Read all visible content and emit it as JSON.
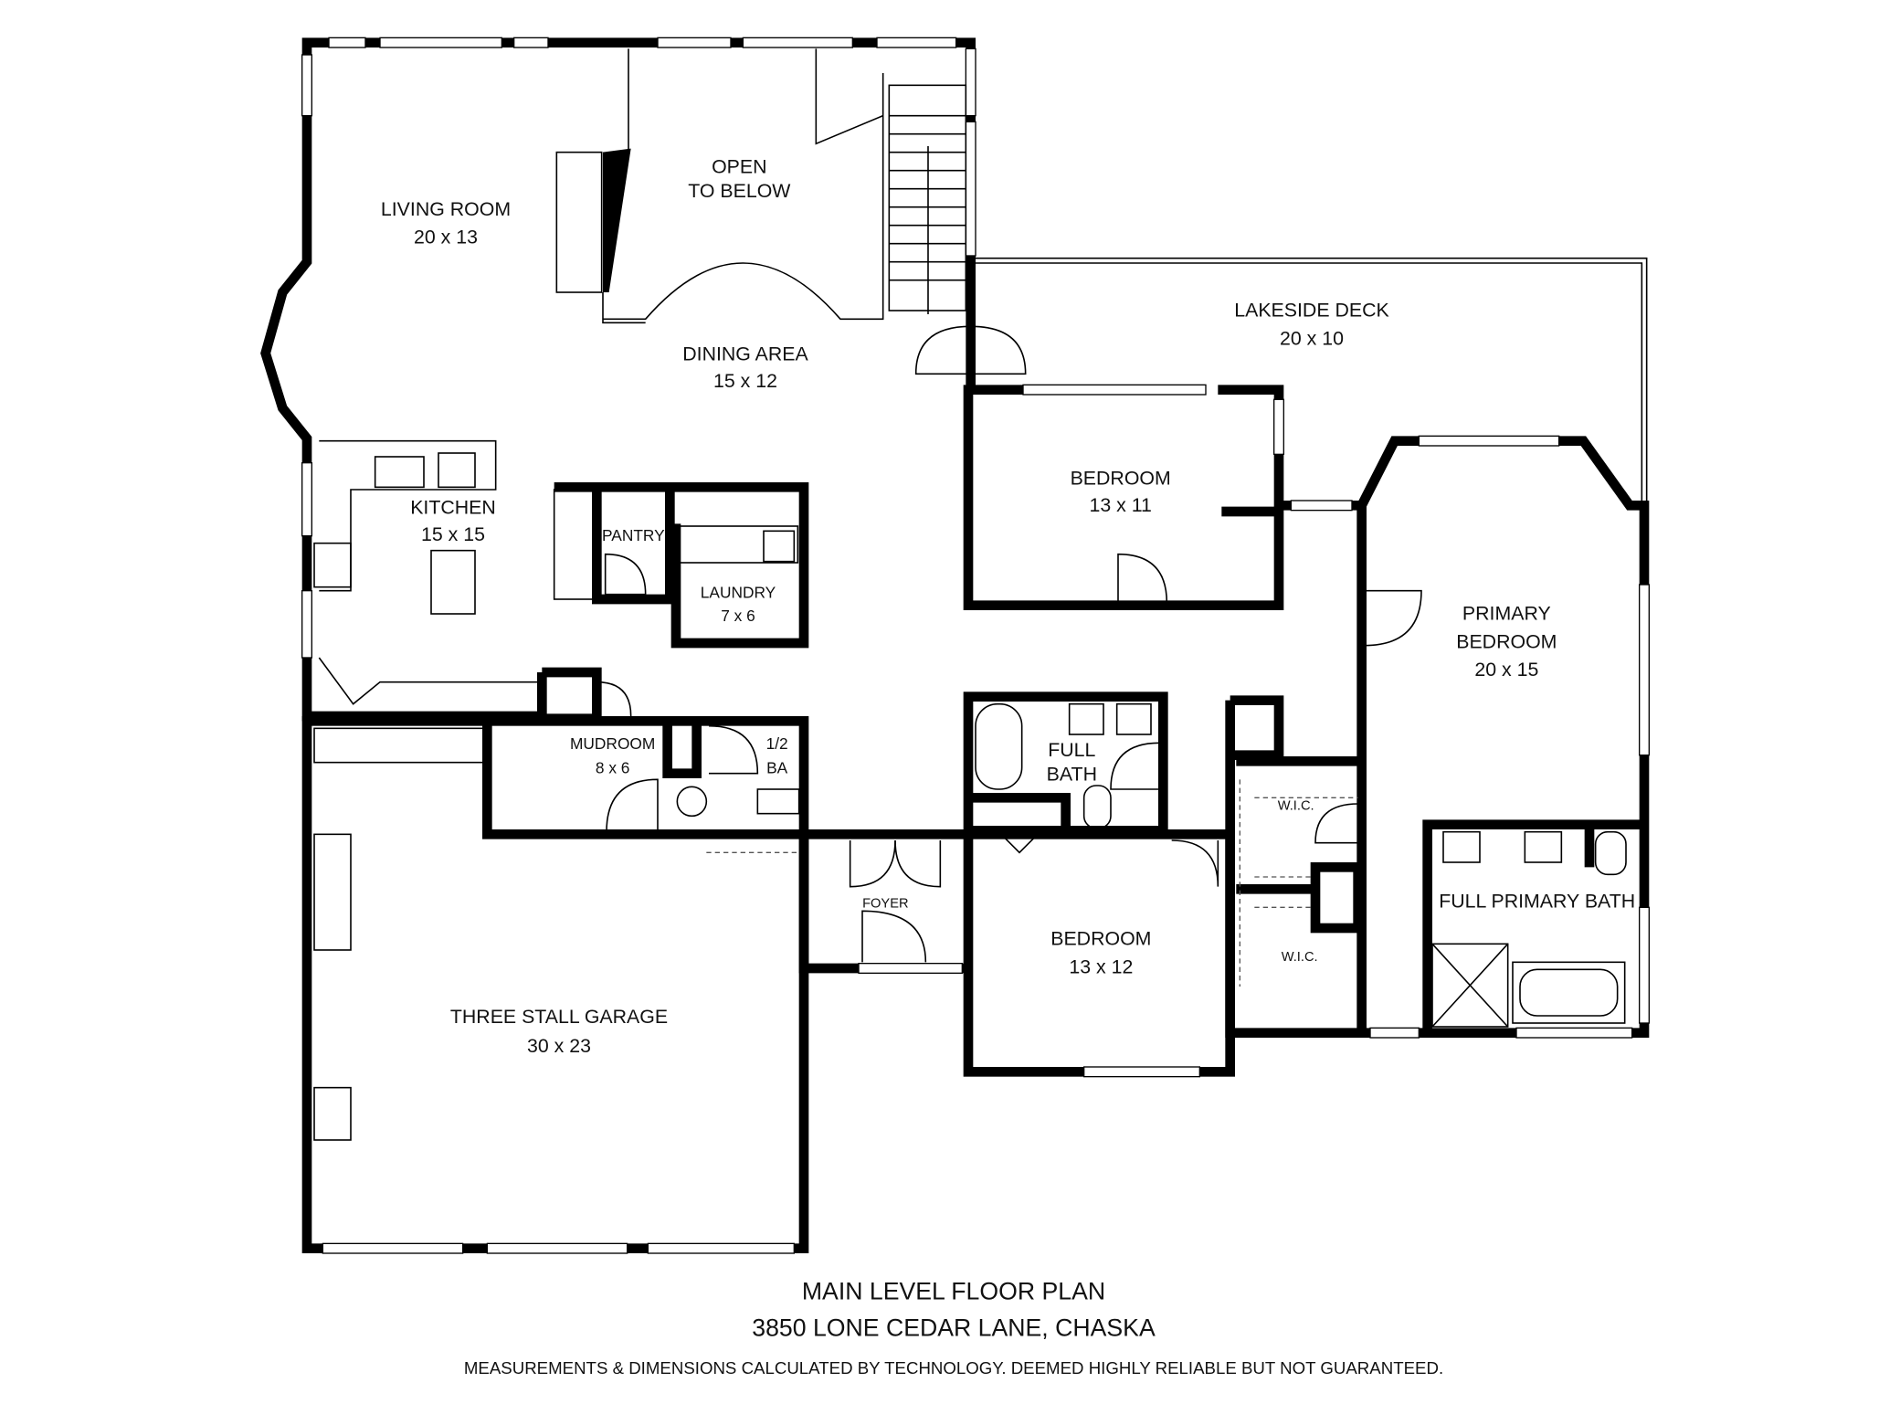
{
  "rooms": {
    "living_room": {
      "name": "LIVING ROOM",
      "dims": "20 x 13"
    },
    "open_below": {
      "line1": "OPEN",
      "line2": "TO BELOW"
    },
    "dining_area": {
      "name": "DINING AREA",
      "dims": "15 x 12"
    },
    "lakeside_deck": {
      "name": "LAKESIDE DECK",
      "dims": "20 x 10"
    },
    "kitchen": {
      "name": "KITCHEN",
      "dims": "15 x 15"
    },
    "pantry": {
      "name": "PANTRY"
    },
    "laundry": {
      "name": "LAUNDRY",
      "dims": "7 x 6"
    },
    "bedroom_1": {
      "name": "BEDROOM",
      "dims": "13 x 11"
    },
    "primary_bedroom": {
      "line1": "PRIMARY",
      "line2": "BEDROOM",
      "dims": "20 x 15"
    },
    "mudroom": {
      "name": "MUDROOM",
      "dims": "8 x 6"
    },
    "half_bath": {
      "line1": "1/2",
      "line2": "BA"
    },
    "full_bath": {
      "line1": "FULL",
      "line2": "BATH"
    },
    "wic_1": {
      "name": "W.I.C."
    },
    "wic_2": {
      "name": "W.I.C."
    },
    "full_primary_bath": {
      "name": "FULL PRIMARY BATH"
    },
    "foyer": {
      "name": "FOYER"
    },
    "bedroom_2": {
      "name": "BEDROOM",
      "dims": "13 x 12"
    },
    "garage": {
      "name": "THREE STALL GARAGE",
      "dims": "30 x 23"
    }
  },
  "footer": {
    "title": "MAIN LEVEL FLOOR PLAN",
    "address": "3850 LONE CEDAR LANE, CHASKA",
    "disclaimer": "MEASUREMENTS & DIMENSIONS CALCULATED BY TECHNOLOGY. DEEMED HIGHLY RELIABLE BUT NOT GUARANTEED."
  }
}
